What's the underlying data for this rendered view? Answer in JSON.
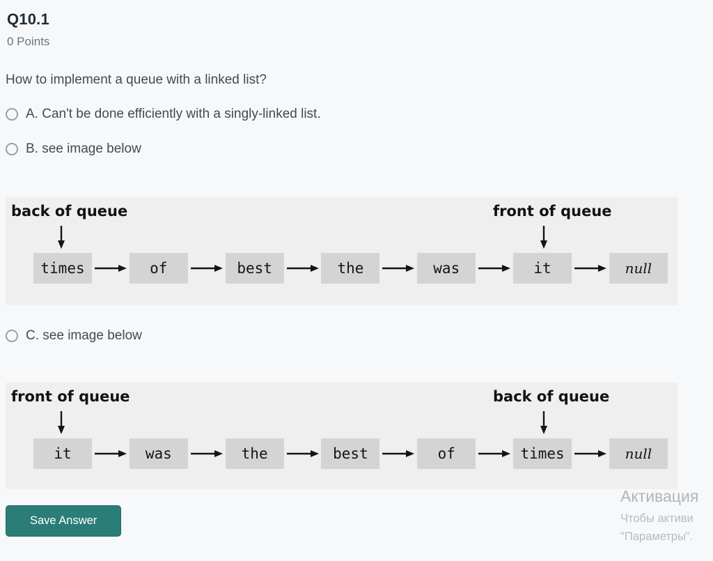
{
  "header": {
    "title": "Q10.1",
    "points": "0 Points"
  },
  "question": {
    "text": "How to implement a queue with a linked list?"
  },
  "options": [
    {
      "id": "A",
      "label": "A. Can't be done efficiently with a singly-linked list.",
      "selected": false
    },
    {
      "id": "B",
      "label": "B. see image below",
      "selected": false
    },
    {
      "id": "C",
      "label": "C. see image below",
      "selected": false
    }
  ],
  "diagrams": [
    {
      "left_label": "back of queue",
      "right_label": "front of queue",
      "left_arrow_points_to": "times",
      "right_arrow_points_to": "it",
      "nodes": [
        "times",
        "of",
        "best",
        "the",
        "was",
        "it",
        "null"
      ]
    },
    {
      "left_label": "front of queue",
      "right_label": "back of queue",
      "left_arrow_points_to": "it",
      "right_arrow_points_to": "times",
      "nodes": [
        "it",
        "was",
        "the",
        "best",
        "of",
        "times",
        "null"
      ]
    }
  ],
  "save_button": {
    "label": "Save Answer"
  },
  "watermark": {
    "line1": "Активация",
    "line2": "Чтобы активи",
    "line3": "\"Параметры\"."
  },
  "colors": {
    "accent_teal": "#2b7d78",
    "page_bg": "#f7f8f9",
    "panel_bg": "#efeff0",
    "node_bg": "#d4d4d4"
  }
}
